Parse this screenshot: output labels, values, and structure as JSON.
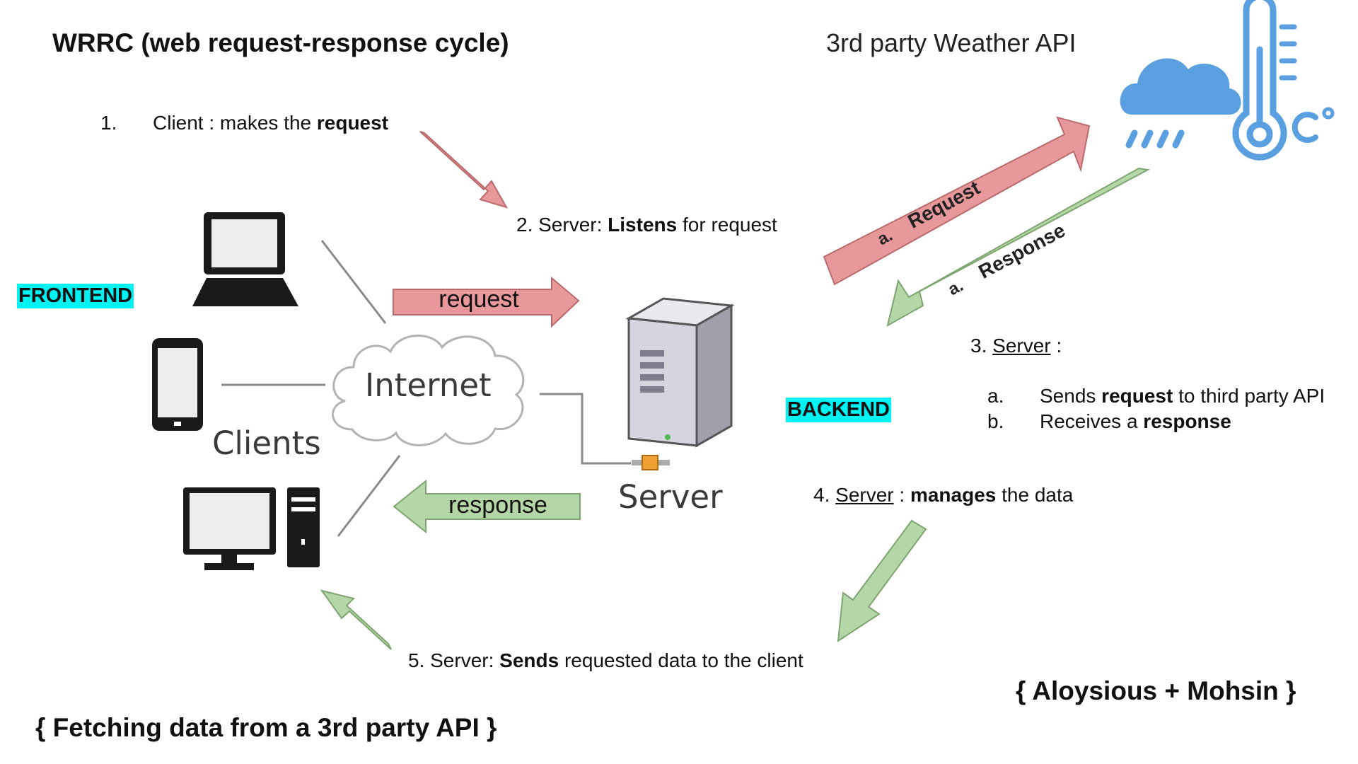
{
  "title": "WRRC (web request-response cycle)",
  "api_title": "3rd party Weather API",
  "frontend_tag": "FRONTEND",
  "backend_tag": "BACKEND",
  "steps": {
    "s1": {
      "num": "1.",
      "pre": "Client : makes the ",
      "bold": "request"
    },
    "s2": {
      "pre": "2. Server: ",
      "bold": "Listens",
      "post": " for request"
    },
    "s3": {
      "num": "3. ",
      "server": "Server",
      "post": " :"
    },
    "s3a": {
      "letter": "a.",
      "pre": "Sends ",
      "bold": "request",
      "post": " to third party API"
    },
    "s3b": {
      "letter": "b.",
      "pre": "Receives a ",
      "bold": "response"
    },
    "s4": {
      "num": "4. ",
      "server": "Server",
      "mid": " : ",
      "bold": "manages",
      "post": " the data"
    },
    "s5": {
      "pre": "5. Server: ",
      "bold": "Sends",
      "post": " requested data to the client"
    }
  },
  "arrows": {
    "request": "request",
    "response": "response",
    "api_request_letter": "a.",
    "api_request": "Request",
    "api_response_letter": "a.",
    "api_response": "Response"
  },
  "diagram": {
    "internet": "Internet",
    "clients": "Clients",
    "server": "Server"
  },
  "footer_left": "{ Fetching data from a 3rd party API }",
  "footer_right": "{ Aloysious + Mohsin }",
  "colors": {
    "red_arrow": "#e8989a",
    "green_arrow": "#b5d7a7",
    "highlight": "#00f2f2",
    "weather_icon": "#5aa0e0"
  }
}
